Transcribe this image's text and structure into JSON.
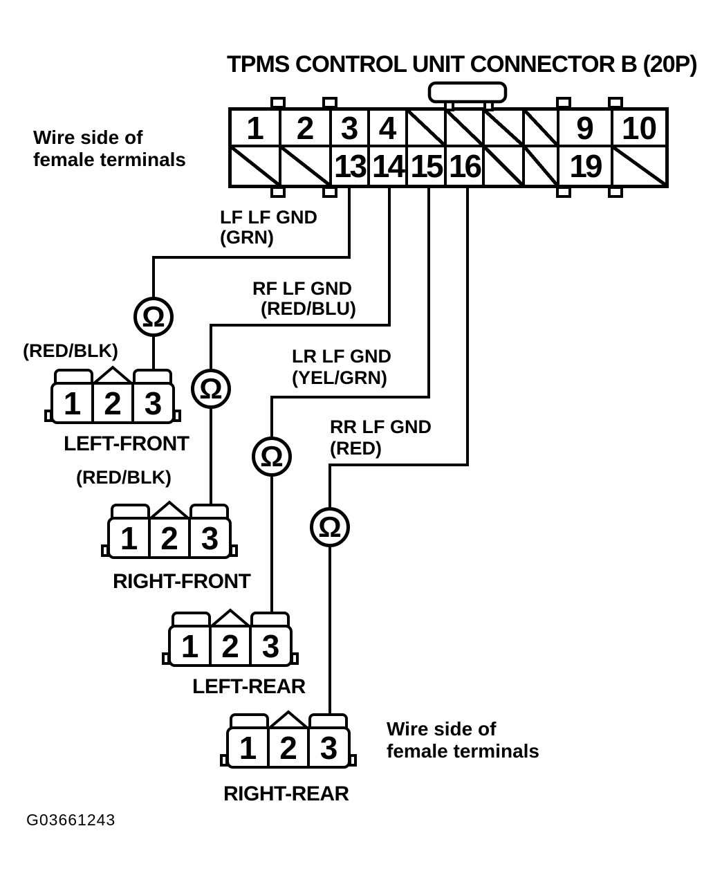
{
  "title": "TPMS CONTROL UNIT CONNECTOR B (20P)",
  "figure_code": "G03661243",
  "ohm_symbol": "Ω",
  "colors": {
    "ink": "#000000",
    "paper": "#ffffff"
  },
  "notes": {
    "wire_side_top": {
      "line1": "Wire side of",
      "line2": "female terminals"
    },
    "wire_side_bottom": {
      "line1": "Wire side of",
      "line2": "female terminals"
    }
  },
  "connector_b": {
    "top_row": [
      "1",
      "2",
      "3",
      "4",
      "",
      "",
      "",
      "",
      "9",
      "10"
    ],
    "bottom_row": [
      "",
      "",
      "13",
      "14",
      "15",
      "16",
      "",
      "",
      "19",
      ""
    ]
  },
  "wires": [
    {
      "pin": "13",
      "label_line1": "LF LF GND",
      "label_line2": "(GRN)"
    },
    {
      "pin": "14",
      "label_line1": "RF LF GND",
      "label_line2": "(RED/BLU)"
    },
    {
      "pin": "15",
      "label_line1": "LR LF GND",
      "label_line2": "(YEL/GRN)"
    },
    {
      "pin": "16",
      "label_line1": "RR LF GND",
      "label_line2": "(RED)"
    }
  ],
  "sensors": [
    {
      "name": "LEFT-FRONT",
      "wire_color": "(RED/BLK)",
      "pins": [
        "1",
        "2",
        "3"
      ]
    },
    {
      "name": "RIGHT-FRONT",
      "wire_color": "(RED/BLK)",
      "pins": [
        "1",
        "2",
        "3"
      ]
    },
    {
      "name": "LEFT-REAR",
      "pins": [
        "1",
        "2",
        "3"
      ]
    },
    {
      "name": "RIGHT-REAR",
      "pins": [
        "1",
        "2",
        "3"
      ]
    }
  ]
}
